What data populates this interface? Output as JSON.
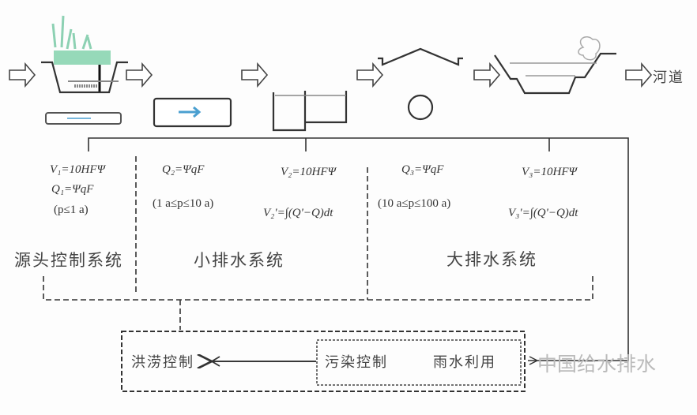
{
  "outlet_label": "河道",
  "source_control": {
    "formula_v": "V₁=10HFΨ",
    "formula_q": "Q₁=ΨqF",
    "range": "(p≤1 a)",
    "title": "源头控制系统"
  },
  "minor_drainage": {
    "formula_q": "Q₂=ΨqF",
    "range": "(1 a≤p≤10 a)",
    "formula_v": "V₂=10HFΨ",
    "formula_v_prime": "V₂'=∫(Q'−Q)dt",
    "title": "小排水系统"
  },
  "major_drainage": {
    "formula_q": "Q₃=ΨqF",
    "range": "(10 a≤p≤100 a)",
    "formula_v": "V₃=10HFΨ",
    "formula_v_prime": "V₃'=∫(Q'−Q)dt",
    "title": "大排水系统"
  },
  "bottom": {
    "flood_control": "洪涝控制",
    "pollution_control": "污染控制",
    "rainwater_use": "雨水利用"
  },
  "watermark": "中国给水排水",
  "colors": {
    "line": "#333333",
    "grass": "#5fbf95",
    "arrow_blue": "#4a9fd0"
  }
}
